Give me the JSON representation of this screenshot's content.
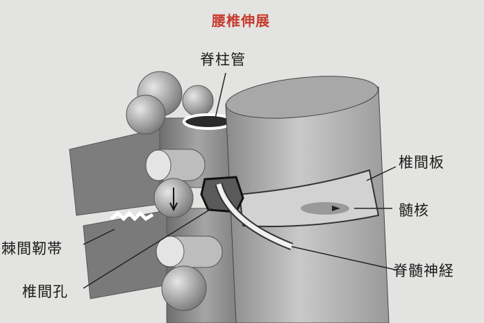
{
  "title": "腰椎伸展",
  "labels": {
    "spinal_canal": "脊柱管",
    "intervertebral_disc": "椎間板",
    "nucleus_pulposus": "髄核",
    "spinal_nerve": "脊髄神経",
    "interspinous_ligament": "棘間靭帯",
    "intervertebral_foramen": "椎間孔"
  },
  "colors": {
    "title": "#c63a2e",
    "background": "#e3e3e1"
  }
}
